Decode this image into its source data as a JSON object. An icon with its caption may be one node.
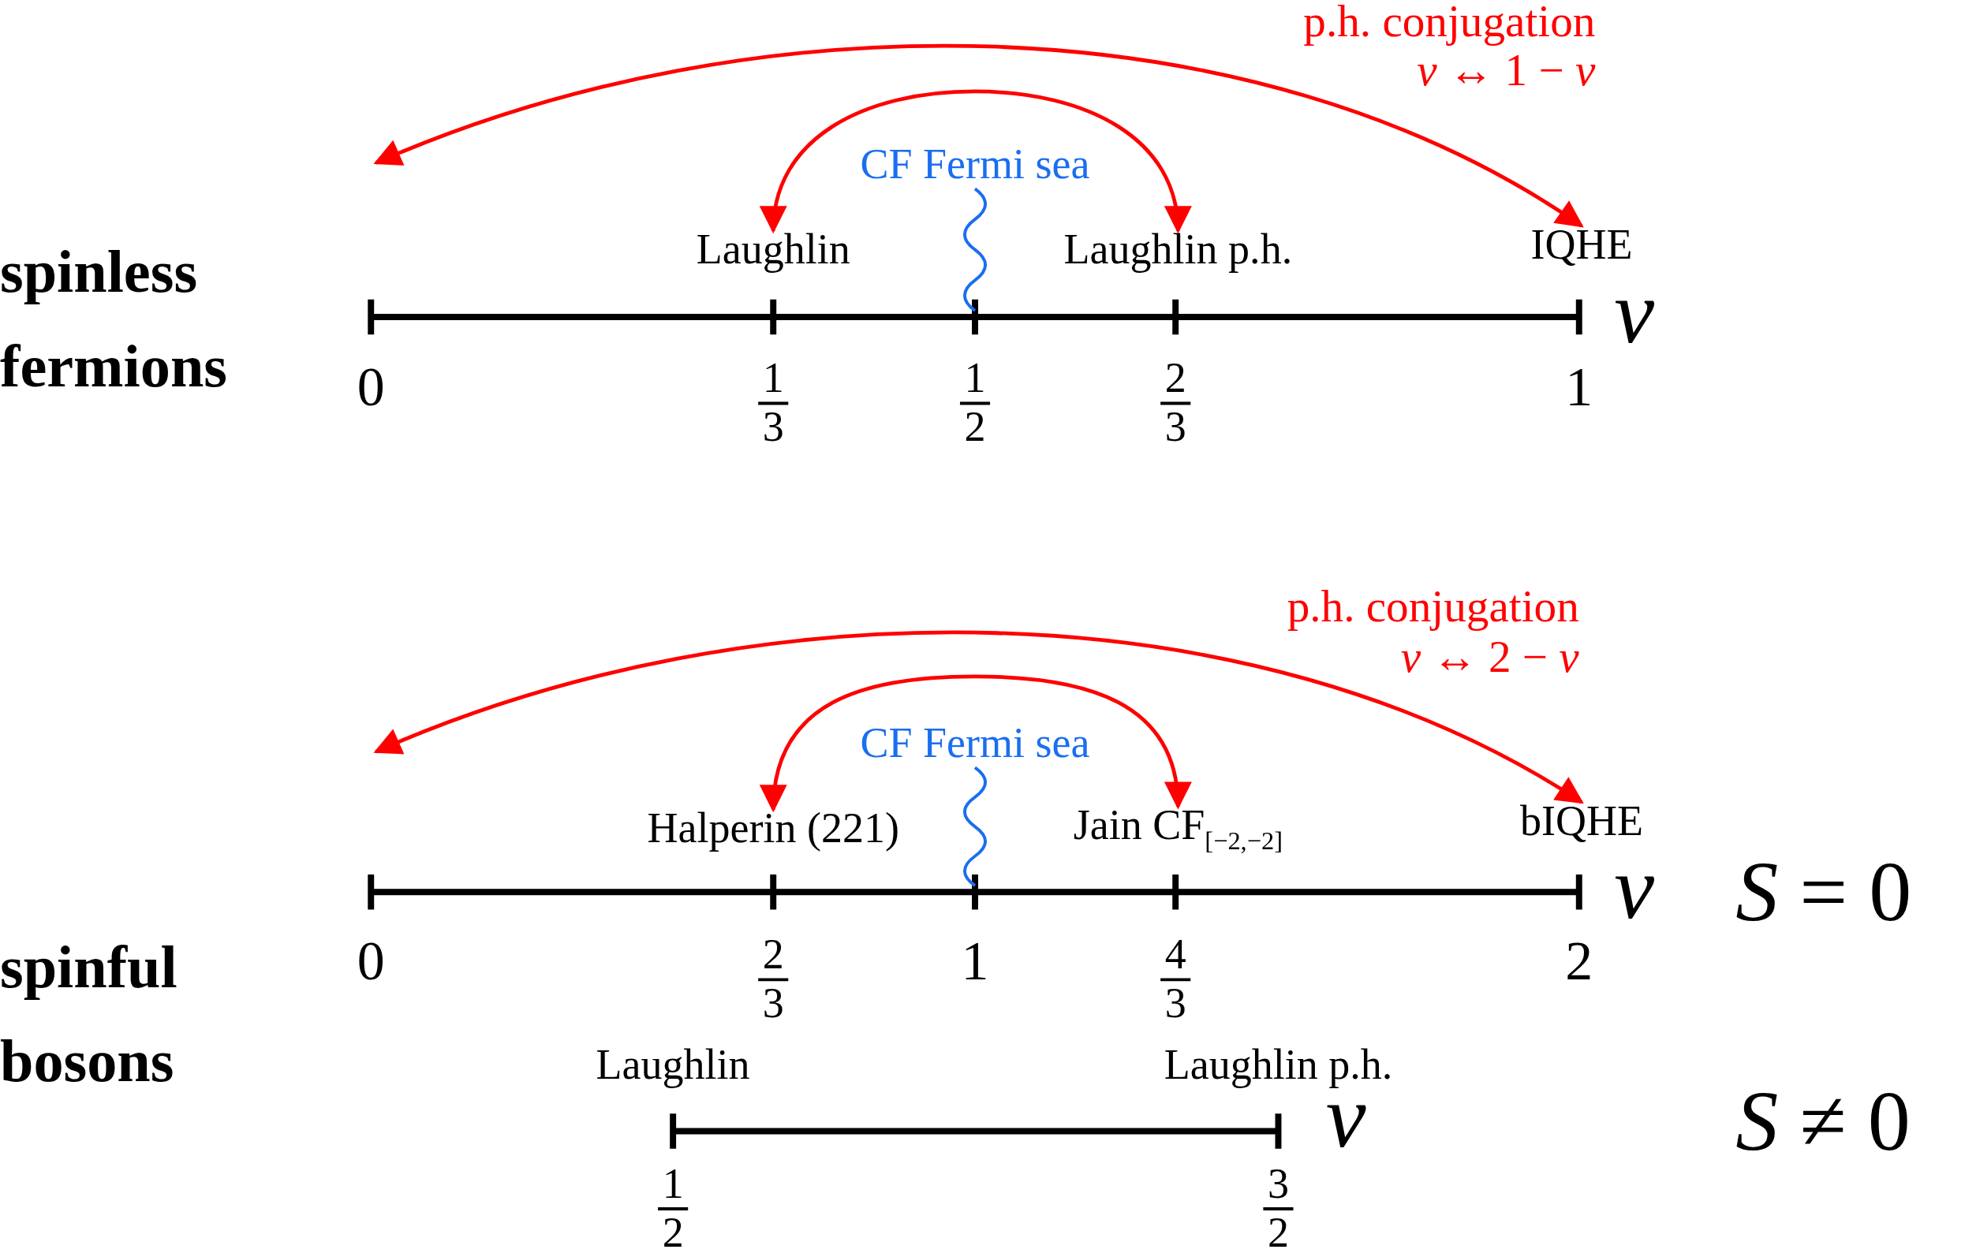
{
  "diagram": {
    "nodes": [
      {
        "text": [
          "CF Fermi sea"
        ]
      },
      {
        "text": [
          "Laughlin"
        ]
      },
      {
        "text": [
          "Laughlin p.h."
        ]
      },
      {
        "text": [
          "IQHE"
        ]
      },
      {
        "text": [
          "CF Fermi sea"
        ]
      },
      {
        "text": [
          "Halperin (221)"
        ]
      },
      {
        "text": [
          "Jain CF$_{[−2,−2]}$"
        ]
      },
      {
        "text": [
          "bIQHE"
        ]
      }
    ],
    "edges": [
      {
        "from": null,
        "to": 3,
        "arrow": "both",
        "color": "#ff0000"
      },
      {
        "from": 1,
        "to": 2,
        "arrow": "both",
        "color": "#ff0000"
      },
      {
        "from": 0,
        "to": null,
        "arrow": "none",
        "color": "#1a6ef0"
      },
      {
        "from": null,
        "to": 7,
        "arrow": "both",
        "color": "#ff0000"
      },
      {
        "from": 5,
        "to": 6,
        "arrow": "both",
        "color": "#ff0000"
      },
      {
        "from": 4,
        "to": null,
        "arrow": "none",
        "color": "#1a6ef0"
      }
    ],
    "labels": [
      "p.h. conjugation",
      "*ν* ↔ 1 − *ν*",
      "spinless fermions",
      "ν",
      "0",
      "1",
      "3",
      "1",
      "2",
      "2",
      "3",
      "1",
      "p.h. conjugation",
      "*ν* ↔ 2 − *ν*",
      "ν",
      "*S* = 0",
      "spinful bosons",
      "0",
      "2",
      "3",
      "1",
      "4",
      "3",
      "2",
      "Laughlin",
      "Laughlin p.h.",
      "ν",
      "1",
      "2",
      "3",
      "2",
      "*S* ≠ 0"
    ]
  }
}
